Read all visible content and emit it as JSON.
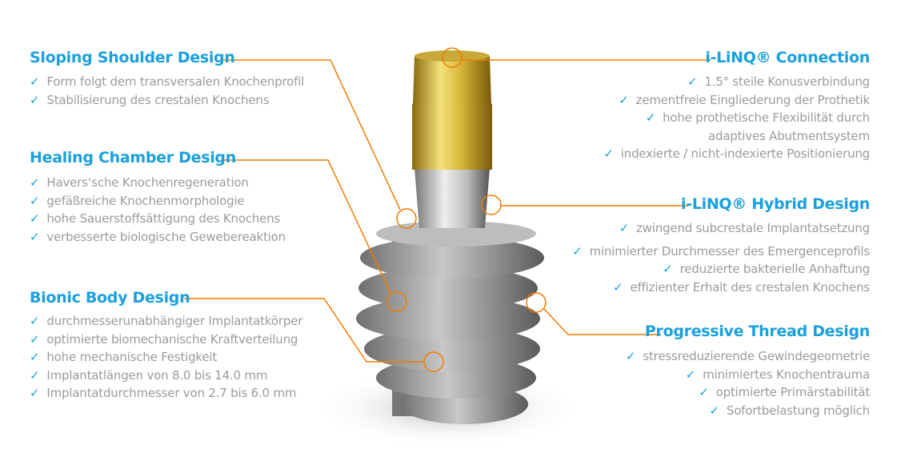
{
  "colors": {
    "accent": "#1aa0dc",
    "leader": "#f07d00",
    "text": "#9b9b9b"
  },
  "check_icon": "✓",
  "sections": {
    "sloping": {
      "title": "Sloping Shoulder Design",
      "items": [
        "Form folgt dem transversalen Knochenprofil",
        "Stabilisierung des crestalen Knochens"
      ]
    },
    "healing": {
      "title": "Healing Chamber Design",
      "items": [
        "Havers‘sche Knochenregeneration",
        "gefäßreiche Knochenmorphologie",
        "hohe Sauerstoffsättigung des Knochens",
        "verbesserte biologische Gewebereaktion"
      ]
    },
    "bionic": {
      "title": "Bionic Body Design",
      "items": [
        "durchmesserunabhängiger Implantatkörper",
        "optimierte biomechanische Kraftverteilung",
        "hohe mechanische Festigkeit",
        "Implantatlängen von 8.0 bis 14.0 mm",
        "Implantatdurchmesser von 2.7 bis 6.0 mm"
      ]
    },
    "connection": {
      "title": "i-LiNQ® Connection",
      "items": [
        "1.5° steile Konusverbindung",
        "zementfreie Eingliederung der Prothetik",
        "hohe prothetische Flexibilität durch",
        "adaptives Abutmentsystem",
        "indexierte / nicht-indexierte Positionierung"
      ]
    },
    "hybrid": {
      "title": "i-LiNQ® Hybrid Design",
      "items": [
        "zwingend subcrestale Implantatsetzung",
        "minimierter Durchmesser des Emergenceprofils",
        "reduzierte bakterielle Anhaftung",
        "effizienter Erhalt des crestalen Knochens"
      ]
    },
    "progressive": {
      "title": "Progressive Thread Design",
      "items": [
        "stressreduzierende Gewindegeometrie",
        "minimiertes Knochentrauma",
        "optimierte Primärstabilität",
        "Sofortbelastung möglich"
      ]
    }
  }
}
